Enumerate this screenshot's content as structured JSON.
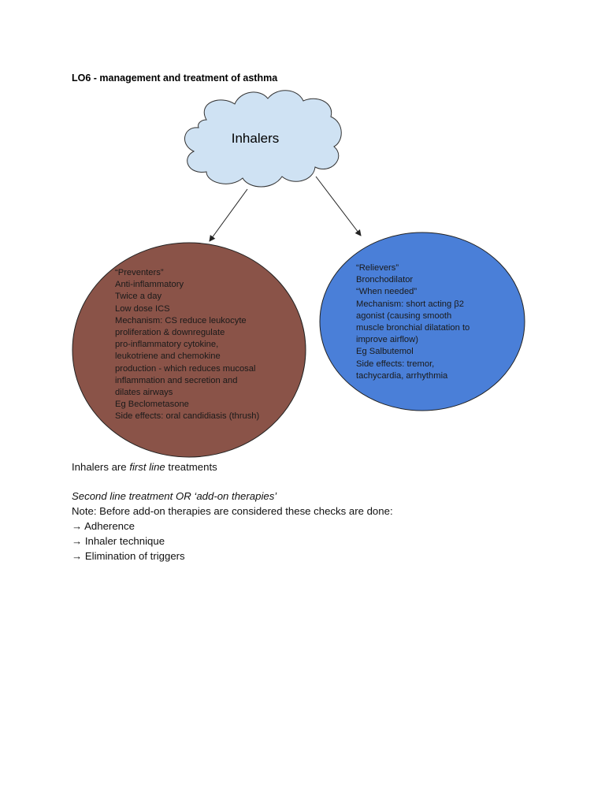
{
  "document": {
    "heading": "LO6 - management and treatment of asthma",
    "diagram": {
      "cloud": {
        "label": "Inhalers",
        "fill": "#cfe2f3"
      },
      "preventers": {
        "fill": "#8a5348",
        "lines": [
          "“Preventers”",
          "Anti-inflammatory",
          "Twice a day",
          "Low dose ICS",
          "Mechanism: CS reduce leukocyte",
          "proliferation & downregulate",
          "pro-inflammatory cytokine,",
          "leukotriene and chemokine",
          "production - which reduces mucosal",
          "inflammation and secretion and",
          "dilates airways",
          "Eg Beclometasone",
          "Side effects: oral candidiasis (thrush)"
        ]
      },
      "relievers": {
        "fill": "#4a7fd8",
        "lines": [
          "“Relievers”",
          "Bronchodilator",
          "“When needed”",
          "Mechanism: short acting β2",
          "agonist (causing smooth",
          "muscle bronchial dilatation to",
          "improve airflow)",
          "Eg Salbutemol",
          "Side effects: tremor,",
          "tachycardia, arrhythmia"
        ]
      }
    },
    "first_line": {
      "prefix": "Inhalers are ",
      "emphasis": "first line",
      "suffix": " treatments"
    },
    "second_line_title": "Second line treatment OR ‘add-on therapies’",
    "note": "Note: Before add-on therapies are considered these checks are done:",
    "checks": [
      "→ Adherence",
      "→ Inhaler technique",
      "→ Elimination of triggers"
    ]
  }
}
